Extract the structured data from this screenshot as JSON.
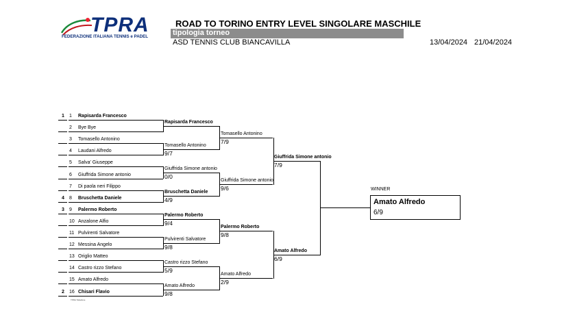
{
  "header": {
    "logo_text": "TPRA",
    "logo_sub": "FEDERAZIONE ITALIANA TENNIS e PADEL",
    "title": "ROAD TO TORINO  ENTRY LEVEL SINGOLARE MASCHILE",
    "type": "tipologia torneo",
    "club": "ASD TENNIS CLUB BIANCAVILLA",
    "date_start": "13/04/2024",
    "date_end": "21/04/2024"
  },
  "draw": [
    {
      "seed": "1",
      "num": "1",
      "name": "Rapisarda Francesco",
      "bold": true
    },
    {
      "seed": "",
      "num": "2",
      "name": "Bye Bye",
      "bold": false
    },
    {
      "seed": "",
      "num": "3",
      "name": "Tomasello Antonino",
      "bold": false
    },
    {
      "seed": "",
      "num": "4",
      "name": "Laudani Alfredo",
      "bold": false
    },
    {
      "seed": "",
      "num": "5",
      "name": "Salva' Giuseppe",
      "bold": false
    },
    {
      "seed": "",
      "num": "6",
      "name": "Giuffrida Simone antonio",
      "bold": false
    },
    {
      "seed": "",
      "num": "7",
      "name": "Di paola neri Filippo",
      "bold": false
    },
    {
      "seed": "4",
      "num": "8",
      "name": "Bruschetta Daniele",
      "bold": true
    },
    {
      "seed": "3",
      "num": "9",
      "name": "Palermo Roberto",
      "bold": true
    },
    {
      "seed": "",
      "num": "10",
      "name": "Anzalone Alfio",
      "bold": false
    },
    {
      "seed": "",
      "num": "11",
      "name": "Pulvirenti Salvatore",
      "bold": false
    },
    {
      "seed": "",
      "num": "12",
      "name": "Messina Angelo",
      "bold": false
    },
    {
      "seed": "",
      "num": "13",
      "name": "Origlio Matteo",
      "bold": false
    },
    {
      "seed": "",
      "num": "14",
      "name": "Castro rizzo Stefano",
      "bold": false
    },
    {
      "seed": "",
      "num": "15",
      "name": "Amato Alfredo",
      "bold": false
    },
    {
      "seed": "2",
      "num": "16",
      "name": "Chisari Flavio",
      "bold": true
    }
  ],
  "round2": [
    {
      "name": "Rapisarda Francesco",
      "bold": true,
      "score": ""
    },
    {
      "name": "Tomasello Antonino",
      "bold": false,
      "score": "9/7"
    },
    {
      "name": "Giuffrida Simone antonio",
      "bold": false,
      "score": "0/0"
    },
    {
      "name": "Bruschetta Daniele",
      "bold": true,
      "score": "4/9"
    },
    {
      "name": "Palermo Roberto",
      "bold": true,
      "score": "9/4"
    },
    {
      "name": "Pulvirenti Salvatore",
      "bold": false,
      "score": "9/8"
    },
    {
      "name": "Castro rizzo Stefano",
      "bold": false,
      "score": "5/9"
    },
    {
      "name": "Amato Alfredo",
      "bold": false,
      "score": "9/8"
    }
  ],
  "round3": [
    {
      "name": "Tomasello Antonino",
      "bold": false,
      "score": "7/9"
    },
    {
      "name": "Giuffrida Simone antonio",
      "bold": false,
      "score": "9/6"
    },
    {
      "name": "Palermo Roberto",
      "bold": true,
      "score": "9/8"
    },
    {
      "name": "Amato Alfredo",
      "bold": false,
      "score": "2/9"
    }
  ],
  "semis": [
    {
      "name": "Giuffrida Simone antonio",
      "bold": true,
      "score": "7/9"
    },
    {
      "name": "Amato Alfredo",
      "bold": true,
      "score": "6/9"
    }
  ],
  "winner": {
    "label": "WINNER",
    "name": "Amato Alfredo",
    "score": "6/9"
  },
  "footnote": "TPRA Tabellone"
}
